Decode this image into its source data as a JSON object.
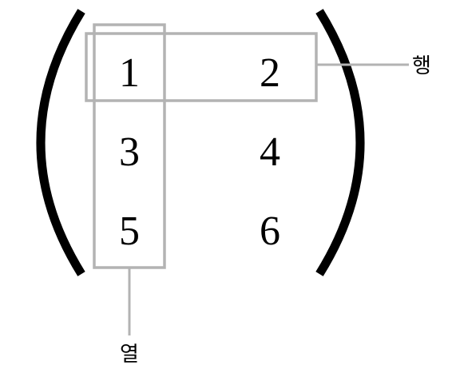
{
  "matrix": {
    "rows": [
      [
        "1",
        "2"
      ],
      [
        "3",
        "4"
      ],
      [
        "5",
        "6"
      ]
    ]
  },
  "labels": {
    "row": "행",
    "column": "열"
  },
  "colors": {
    "bracket": "#000000",
    "highlight": "#b3b3b3"
  }
}
